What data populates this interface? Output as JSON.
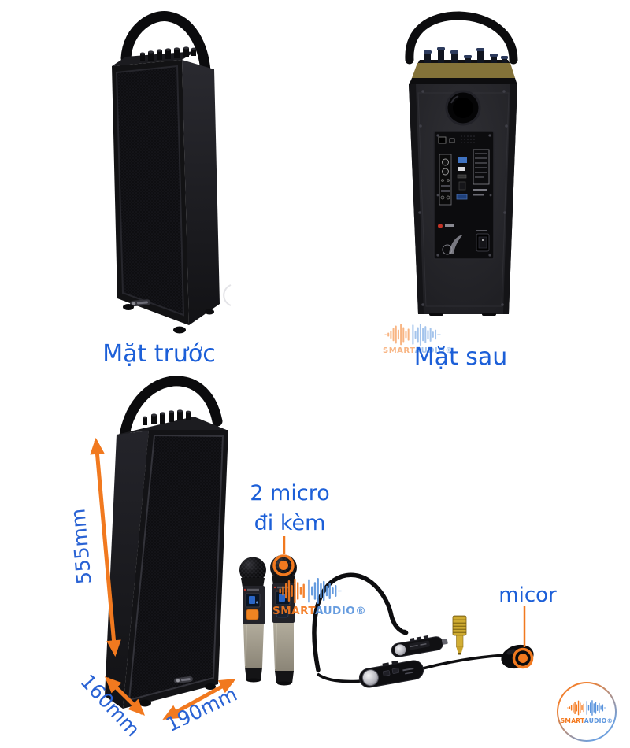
{
  "product": {
    "views": {
      "front_label": "Mặt trước",
      "back_label": "Mặt sau"
    },
    "dimensions": {
      "height": "555mm",
      "depth": "160mm",
      "width": "190mm"
    },
    "annotations": {
      "mics_line1": "2 micro",
      "mics_line2": "đi kèm",
      "headset_label": "micor"
    }
  },
  "brand": {
    "smart": "SMART",
    "audio": "AUDIO®"
  },
  "icons": {
    "brand_waveform": "audio-waveform-icon",
    "dimension_arrows": "double-headed-arrow",
    "callout_marker": "orange-ring-dot"
  },
  "colors": {
    "label_blue": "#1c5fd8",
    "dimension_blue": "#2a63d4",
    "accent_orange": "#f1791f",
    "brand_orange": "#f4791f",
    "brand_blue": "#5a94dd",
    "background": "#ffffff"
  }
}
